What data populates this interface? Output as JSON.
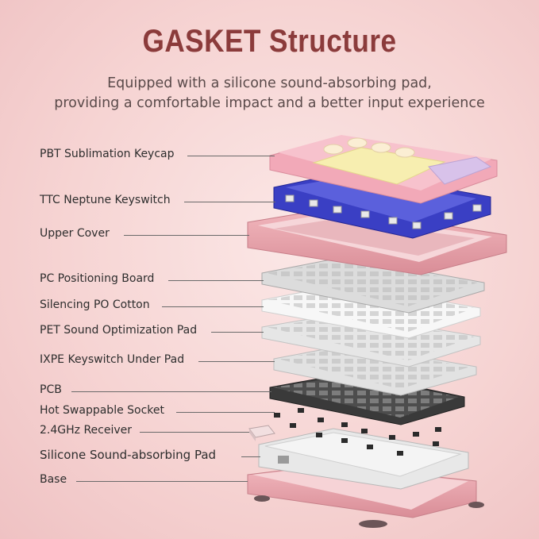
{
  "header": {
    "title": "GASKET Structure",
    "subtitle_line1": "Equipped with a silicone sound-absorbing pad,",
    "subtitle_line2": "providing a comfortable impact and a better input experience"
  },
  "layers": [
    {
      "label": "PBT Sublimation Keycap"
    },
    {
      "label": "TTC Neptune Keyswitch"
    },
    {
      "label": "Upper Cover"
    },
    {
      "label": "PC Positioning Board"
    },
    {
      "label": "Silencing PO Cotton"
    },
    {
      "label": "PET Sound Optimization Pad"
    },
    {
      "label": "IXPE Keyswitch Under Pad"
    },
    {
      "label": "PCB"
    },
    {
      "label": "Hot Swappable Socket"
    },
    {
      "label": "2.4GHz Receiver"
    },
    {
      "label": "Silicone Sound-absorbing Pad"
    },
    {
      "label": "Base"
    }
  ],
  "colors": {
    "title": "#8b3b3b",
    "keycap_pink": "#f4b8c4",
    "keycap_yellow": "#f7eeb0",
    "keycap_lavender": "#d8c2ea",
    "switch_blue": "#3a3fc4",
    "case_pink": "#eaa3ac"
  }
}
